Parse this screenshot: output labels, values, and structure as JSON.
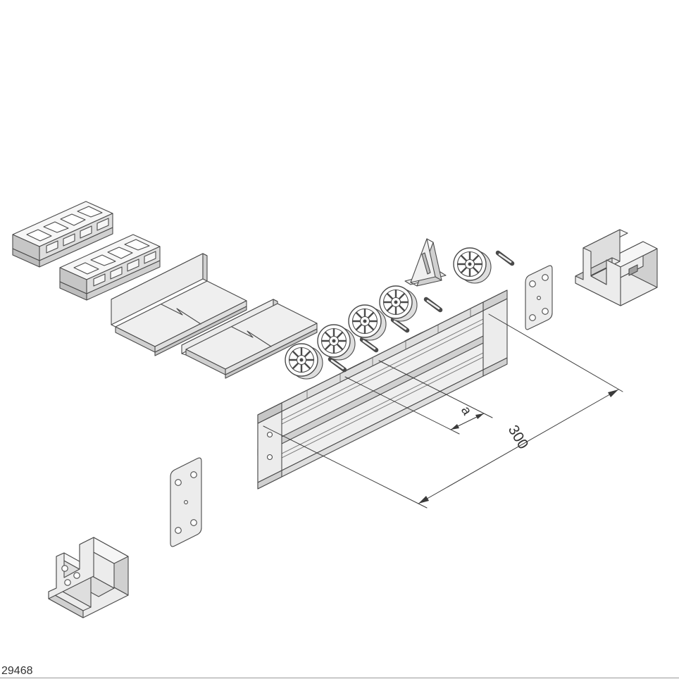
{
  "figure": {
    "type": "exploded-assembly-diagram",
    "part_number": "29468",
    "dimensions": {
      "pitch_label": "a",
      "length_label": "300"
    }
  },
  "colors": {
    "line": "#4a4a4a",
    "dimension_line": "#3a3a3a",
    "background": "#ffffff",
    "fill_light": "#f6f6f6",
    "fill_mid": "#ececec",
    "fill_dark": "#c6c6c6",
    "text": "#333333"
  },
  "legend": {
    "parts": [
      {
        "name": "cover-strip",
        "count": 2
      },
      {
        "name": "angle-profile",
        "count": 2
      },
      {
        "name": "roller-wheel",
        "count": 5
      },
      {
        "name": "roller-axle-pin",
        "count": 5
      },
      {
        "name": "support-wedge",
        "count": 1
      },
      {
        "name": "conveyor-rail-profile",
        "count": 1
      },
      {
        "name": "mounting-plate",
        "count": 2
      },
      {
        "name": "end-cap-bracket",
        "count": 2
      }
    ]
  }
}
